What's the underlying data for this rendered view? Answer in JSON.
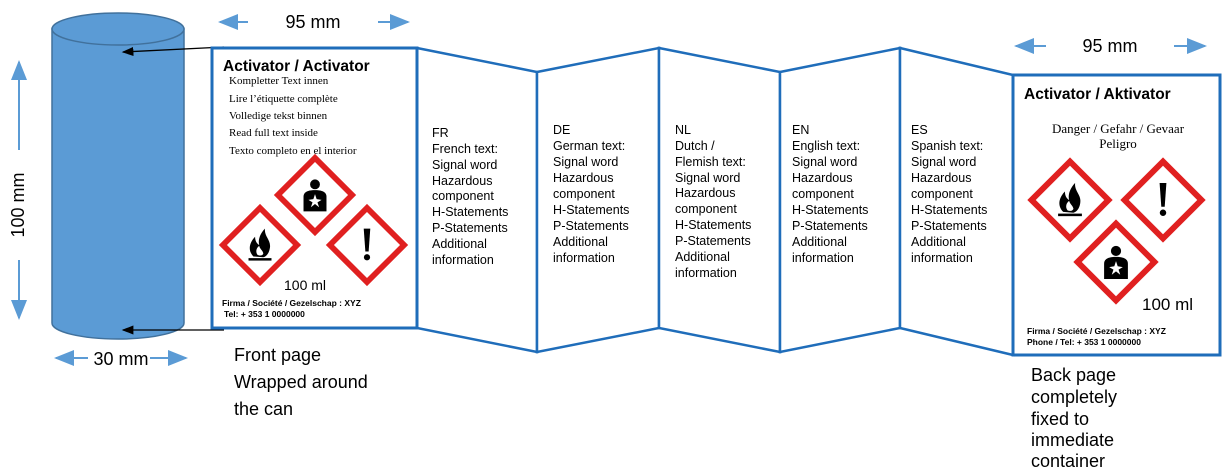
{
  "dimensions": {
    "width_top_left": "95 mm",
    "width_top_right": "95 mm",
    "height": "100 mm",
    "diameter": "30 mm"
  },
  "captions": {
    "front": [
      "Front page",
      "Wrapped around",
      "the can"
    ],
    "back": [
      "Back page",
      "completely",
      "fixed to",
      "immediate",
      "container"
    ]
  },
  "front_page": {
    "title": "Activator / Activator",
    "languages": [
      "Kompletter Text innen",
      "Lire  l’étiquette complète",
      "Volledige tekst binnen",
      "Read full text inside",
      "Texto completo en el interior"
    ],
    "volume": "100 ml",
    "company": "Firma / Société / Gezelschap : XYZ",
    "phone": "Tel: + 353 1 0000000"
  },
  "panels": [
    {
      "lines": [
        "FR",
        "French text:",
        "Signal word",
        "Hazardous",
        "component",
        "H-Statements",
        "P-Statements",
        "Additional",
        "information"
      ]
    },
    {
      "lines": [
        "DE",
        "German text:",
        "Signal word",
        "Hazardous",
        "component",
        "H-Statements",
        "P-Statements",
        "Additional",
        "information"
      ]
    },
    {
      "lines": [
        "NL",
        "Dutch /",
        "Flemish text:",
        "Signal word",
        "Hazardous",
        "component",
        "H-Statements",
        "P-Statements",
        "Additional",
        "information"
      ]
    },
    {
      "lines": [
        "EN",
        "English text:",
        "Signal word",
        "Hazardous",
        "component",
        "H-Statements",
        "P-Statements",
        "Additional",
        "information"
      ]
    },
    {
      "lines": [
        "ES",
        "Spanish text:",
        "Signal word",
        "Hazardous",
        "component",
        "H-Statements",
        "P-Statements",
        "Additional",
        "information"
      ]
    }
  ],
  "back_page": {
    "title": "Activator / Aktivator",
    "signal_line1": "Danger / Gefahr / Gevaar",
    "signal_line2": "Peligro",
    "volume": "100 ml",
    "company": "Firma / Société / Gezelschap : XYZ",
    "phone": "Phone / Tel: + 353 1 0000000"
  },
  "colors": {
    "border": "#1f6dba",
    "can_fill": "#5b9bd5",
    "can_dark": "#41719c",
    "arrow": "#5b9bd5",
    "ghs_red": "#e02020",
    "text": "#000000"
  },
  "icons": [
    "flame-pictogram-icon",
    "health-hazard-pictogram-icon",
    "exclamation-pictogram-icon"
  ]
}
